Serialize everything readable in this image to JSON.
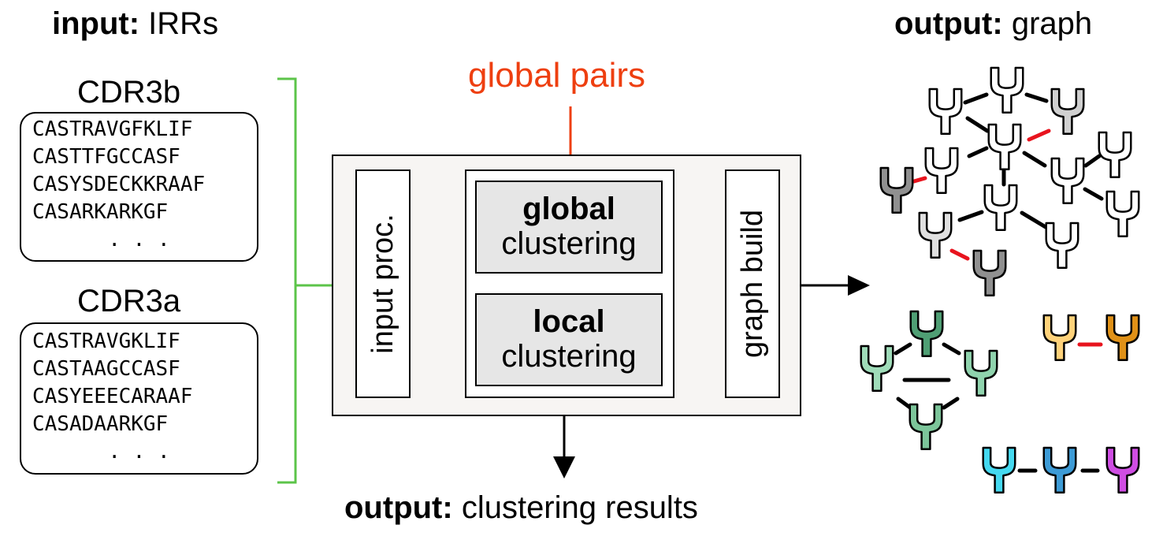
{
  "input_heading": {
    "bold": "input:",
    "rest": " IRRs"
  },
  "output_graph_heading": {
    "bold": "output:",
    "rest": " graph"
  },
  "output_results_heading": {
    "bold": "output:",
    "rest": " clustering results"
  },
  "global_pairs": "global pairs",
  "cdr3b": {
    "title": "CDR3b",
    "sequences": [
      "CASTRAVGFKLIF",
      "CASTTFGCCASF",
      "CASYSDECKKRAAF",
      "CASARKARKGF"
    ],
    "ellipsis": ". . ."
  },
  "cdr3a": {
    "title": "CDR3a",
    "sequences": [
      "CASTRAVGKLIF",
      "CASTAAGCCASF",
      "CASYEEECARAAF",
      "CASADAARKGF"
    ],
    "ellipsis": ". . ."
  },
  "pipeline": {
    "input_proc": "input proc.",
    "global_bold": "global",
    "global_rest": "clustering",
    "local_bold": "local",
    "local_rest": "clustering",
    "graph_build": "graph build"
  },
  "colors": {
    "green_bracket": "#5cc44a",
    "red_highlight": "#ee3f10",
    "red_edge": "#e8141e",
    "panel_bg": "#f7f5f3",
    "cluster_box_bg": "#e6e6e6"
  },
  "graph_icons": "y-shaped-tcr-receptor-icon"
}
